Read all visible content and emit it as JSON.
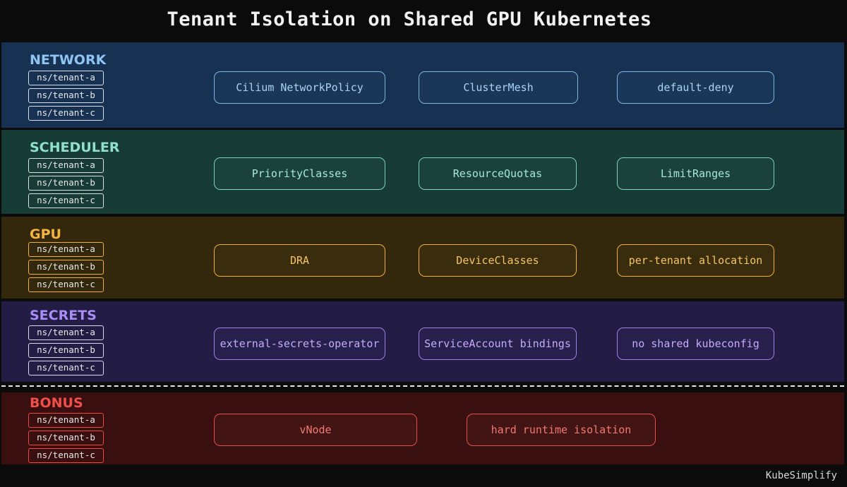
{
  "title": "Tenant Isolation on Shared GPU Kubernetes",
  "watermark": "KubeSimplify",
  "namespaces": [
    "ns/tenant-a",
    "ns/tenant-b",
    "ns/tenant-c"
  ],
  "layers": [
    {
      "label": "NETWORK",
      "color": "#8fc5f0",
      "items": [
        "Cilium NetworkPolicy",
        "ClusterMesh",
        "default-deny"
      ]
    },
    {
      "label": "SCHEDULER",
      "color": "#8fe0cd",
      "items": [
        "PriorityClasses",
        "ResourceQuotas",
        "LimitRanges"
      ]
    },
    {
      "label": "GPU",
      "color": "#f5b43c",
      "items": [
        "DRA",
        "DeviceClasses",
        "per-tenant allocation"
      ]
    },
    {
      "label": "SECRETS",
      "color": "#a98cf5",
      "items": [
        "external-secrets-operator",
        "ServiceAccount bindings",
        "no shared kubeconfig"
      ]
    },
    {
      "label": "BONUS",
      "color": "#f0504a",
      "items": [
        "vNode",
        "hard runtime isolation"
      ]
    }
  ]
}
